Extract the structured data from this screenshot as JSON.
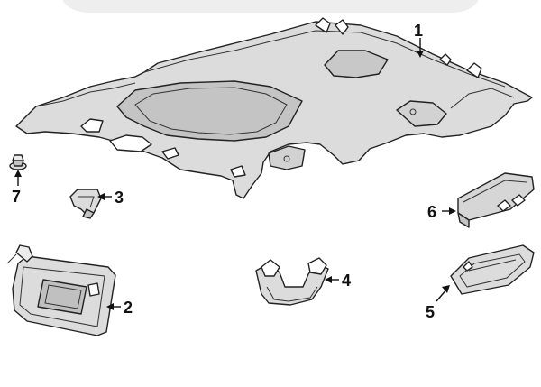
{
  "colors": {
    "part_fill": "#dcdcdc",
    "part_fill_dark": "#c4c4c4",
    "part_fill_light": "#ececec",
    "outline": "#222222",
    "top_bar": "#eeeeee"
  },
  "callouts": [
    {
      "id": "1",
      "label": "1"
    },
    {
      "id": "2",
      "label": "2"
    },
    {
      "id": "3",
      "label": "3"
    },
    {
      "id": "4",
      "label": "4"
    },
    {
      "id": "5",
      "label": "5"
    },
    {
      "id": "6",
      "label": "6"
    },
    {
      "id": "7",
      "label": "7"
    }
  ]
}
